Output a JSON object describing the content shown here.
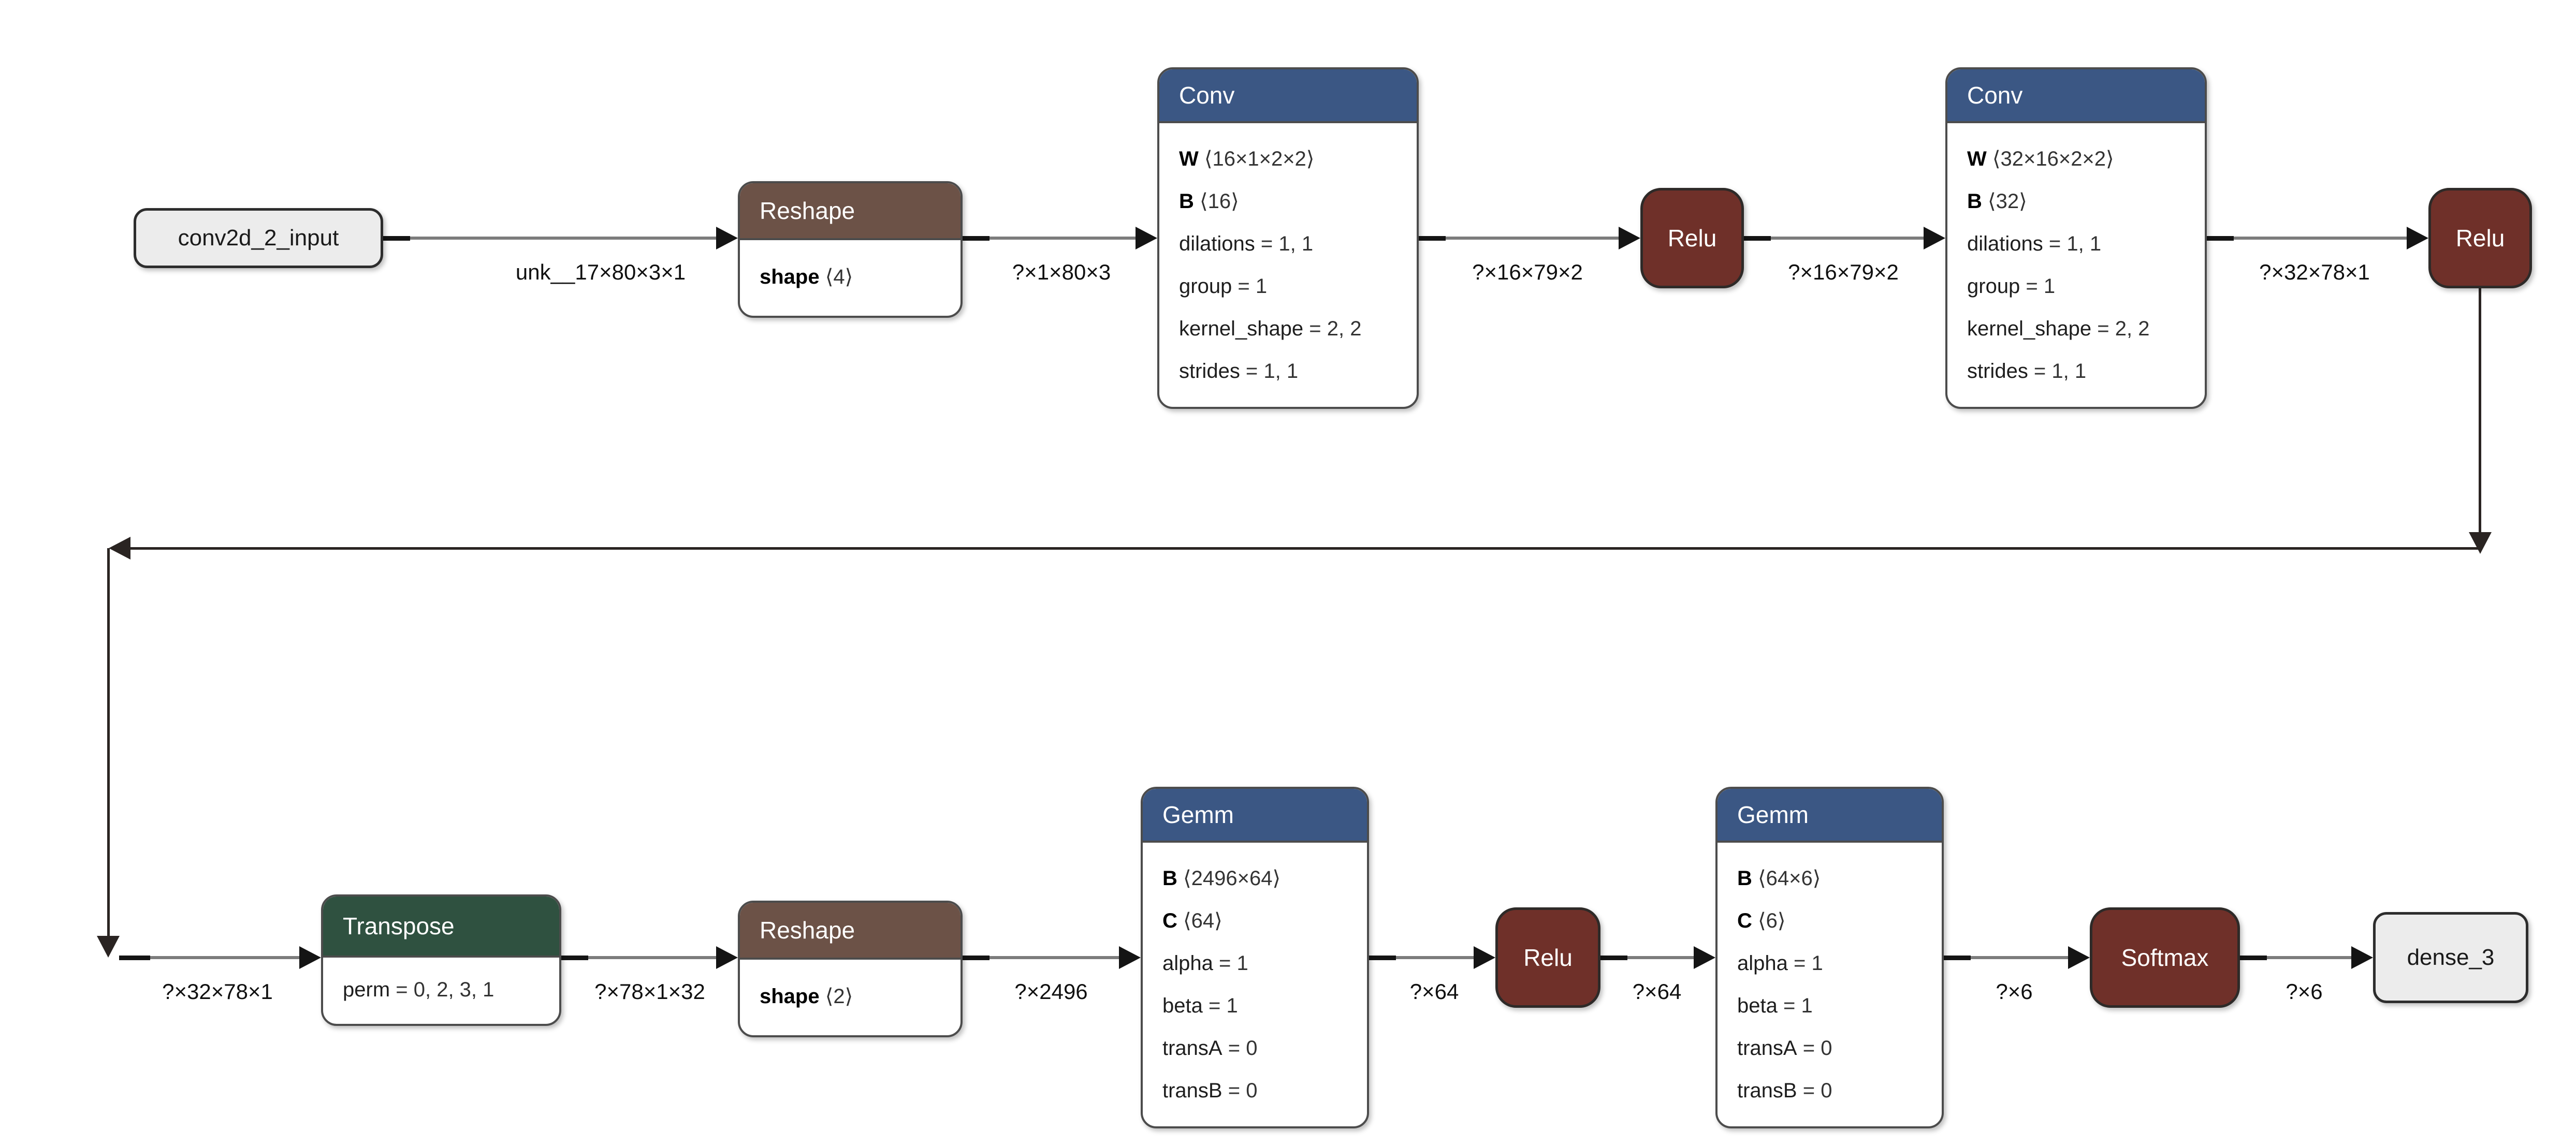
{
  "colors": {
    "layer_header": "#3b5784",
    "shape_op_header": "#6c5247",
    "transform_op_header": "#2f5140",
    "activation_fill": "#6f3029",
    "io_fill": "#ececec",
    "edge_gray": "#7c7c7c",
    "arrow_black": "#141414"
  },
  "nodes": {
    "input": {
      "label": "conv2d_2_input"
    },
    "reshape1": {
      "title": "Reshape",
      "params": [
        {
          "name": "shape",
          "rest": "⟨4⟩",
          "bold": true
        }
      ]
    },
    "conv1": {
      "title": "Conv",
      "params": [
        {
          "name": "W",
          "rest": "⟨16×1×2×2⟩",
          "bold": true
        },
        {
          "name": "B",
          "rest": "⟨16⟩",
          "bold": true
        },
        {
          "name": "dilations",
          "rest": "= 1, 1"
        },
        {
          "name": "group",
          "rest": "= 1"
        },
        {
          "name": "kernel_shape",
          "rest": "= 2, 2"
        },
        {
          "name": "strides",
          "rest": "= 1, 1"
        }
      ]
    },
    "relu1": {
      "title": "Relu"
    },
    "conv2": {
      "title": "Conv",
      "params": [
        {
          "name": "W",
          "rest": "⟨32×16×2×2⟩",
          "bold": true
        },
        {
          "name": "B",
          "rest": "⟨32⟩",
          "bold": true
        },
        {
          "name": "dilations",
          "rest": "= 1, 1"
        },
        {
          "name": "group",
          "rest": "= 1"
        },
        {
          "name": "kernel_shape",
          "rest": "= 2, 2"
        },
        {
          "name": "strides",
          "rest": "= 1, 1"
        }
      ]
    },
    "relu2": {
      "title": "Relu"
    },
    "transpose": {
      "title": "Transpose",
      "params": [
        {
          "name": "perm",
          "rest": "= 0, 2, 3, 1"
        }
      ]
    },
    "reshape2": {
      "title": "Reshape",
      "params": [
        {
          "name": "shape",
          "rest": "⟨2⟩",
          "bold": true
        }
      ]
    },
    "gemm1": {
      "title": "Gemm",
      "params": [
        {
          "name": "B",
          "rest": "⟨2496×64⟩",
          "bold": true
        },
        {
          "name": "C",
          "rest": "⟨64⟩",
          "bold": true
        },
        {
          "name": "alpha",
          "rest": "= 1"
        },
        {
          "name": "beta",
          "rest": "= 1"
        },
        {
          "name": "transA",
          "rest": "= 0"
        },
        {
          "name": "transB",
          "rest": "= 0"
        }
      ]
    },
    "relu3": {
      "title": "Relu"
    },
    "gemm2": {
      "title": "Gemm",
      "params": [
        {
          "name": "B",
          "rest": "⟨64×6⟩",
          "bold": true
        },
        {
          "name": "C",
          "rest": "⟨6⟩",
          "bold": true
        },
        {
          "name": "alpha",
          "rest": "= 1"
        },
        {
          "name": "beta",
          "rest": "= 1"
        },
        {
          "name": "transA",
          "rest": "= 0"
        },
        {
          "name": "transB",
          "rest": "= 0"
        }
      ]
    },
    "softmax": {
      "title": "Softmax"
    },
    "output": {
      "label": "dense_3"
    }
  },
  "edge_labels": [
    {
      "text": "unk__17×80×3×1"
    },
    {
      "text": "?×1×80×3"
    },
    {
      "text": "?×16×79×2"
    },
    {
      "text": "?×16×79×2"
    },
    {
      "text": "?×32×78×1"
    },
    {
      "text": "?×32×78×1"
    },
    {
      "text": "?×78×1×32"
    },
    {
      "text": "?×2496"
    },
    {
      "text": "?×64"
    },
    {
      "text": "?×64"
    },
    {
      "text": "?×6"
    },
    {
      "text": "?×6"
    }
  ]
}
